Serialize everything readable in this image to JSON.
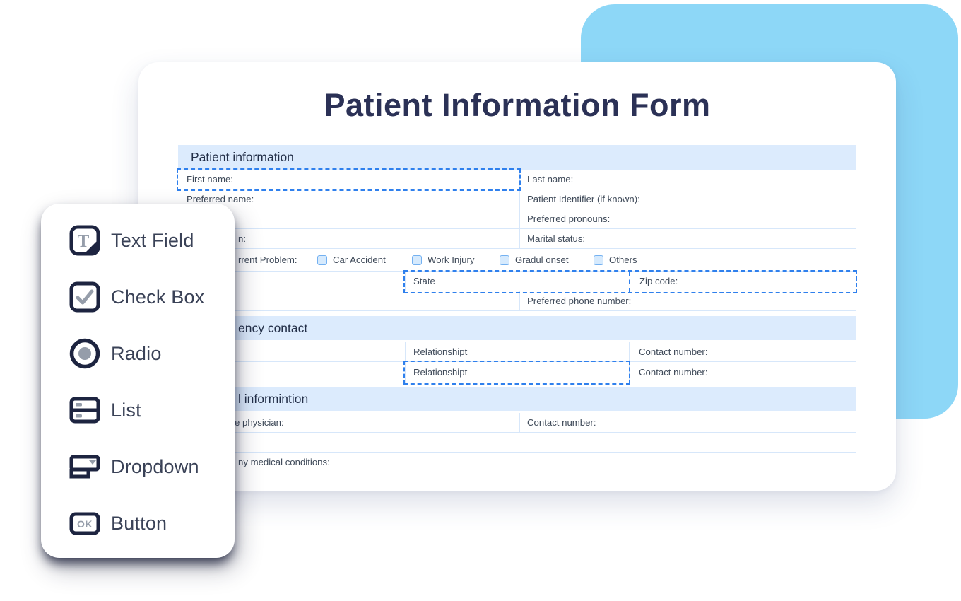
{
  "title": "Patient Information Form",
  "colors": {
    "accent_selection_blue": "#2f80ed",
    "background_shape_blue": "#8dd7f7",
    "section_band_blue": "#dcebfd",
    "title_navy": "#2b3156",
    "checkbox_fill": "#d6eafd",
    "checkbox_border": "#74b1f1"
  },
  "palette": {
    "items": [
      {
        "label": "Text Field",
        "icon": "text-field-icon"
      },
      {
        "label": "Check Box",
        "icon": "checkbox-icon"
      },
      {
        "label": "Radio",
        "icon": "radio-icon"
      },
      {
        "label": "List",
        "icon": "list-icon"
      },
      {
        "label": "Dropdown",
        "icon": "dropdown-icon"
      },
      {
        "label": "Button",
        "icon": "button-icon"
      }
    ],
    "text_field_icon_glyph": "T",
    "button_icon_glyph": "OK"
  },
  "form": {
    "sections": {
      "patient": "Patient information",
      "emergency_fragment": "ency contact",
      "medical_fragment": "l informintion"
    },
    "labels": {
      "first_name": "First name:",
      "last_name": "Last name:",
      "preferred_name": "Preferred name:",
      "patient_identifier": "Patient Identifier (if known):",
      "preferred_pronouns": "Preferred pronouns:",
      "row4_left_fragment": "n:",
      "marital_status": "Marital status:",
      "current_problem_fragment": "rrent Problem:",
      "state": "State",
      "zip_code": "Zip code:",
      "preferred_phone": "Preferred phone number:",
      "relationship_1": "Relationshipt",
      "contact_number_1": "Contact number:",
      "relationship_2": "Relationshipt",
      "contact_number_2": "Contact number:",
      "physician_fragment": "e physician:",
      "physician_contact": "Contact number:",
      "conditions_fragment": "ny medical conditions:"
    },
    "checkboxes": [
      "Car Accident",
      "Work Injury",
      "Gradul onset",
      "Others"
    ]
  }
}
